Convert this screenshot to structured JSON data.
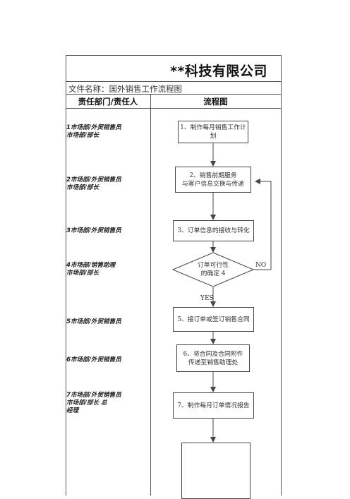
{
  "header": {
    "company": "**科技有限公司",
    "doc_name": "文件名称：国外销售工作流程图",
    "col_dept": "责任部门/责任人",
    "col_flow": "流程图"
  },
  "rows": [
    {
      "lines": [
        "1市场部/外贸销售员",
        "市场部/部长"
      ]
    },
    {
      "lines": [
        "2市场部/外贸销售员",
        "市场部/部长"
      ]
    },
    {
      "lines": [
        "3市场部/外贸销售员"
      ]
    },
    {
      "lines": [
        "4市场部/销售助理",
        "市场部/部长"
      ]
    },
    {
      "lines": [
        "5市场部/外贸销售员"
      ]
    },
    {
      "lines": [
        "6市场部/外贸销售员"
      ]
    },
    {
      "lines": [
        "7市场部/外贸销售员",
        "市场部/部长 总",
        "经理"
      ]
    }
  ],
  "steps": [
    {
      "lines": [
        "1、制作每月销售工作计",
        "划"
      ]
    },
    {
      "lines": [
        "2、销售前期服务",
        "与客户信息交换与传递"
      ]
    },
    {
      "lines": [
        "3、订单信息的接收与转化"
      ]
    },
    {
      "lines": [
        "订单可行性",
        "的确定 4"
      ]
    },
    {
      "lines": [
        "5、接订单或签订销售合同"
      ]
    },
    {
      "lines": [
        "6、将合同及合同附件",
        "传递至销售助理处"
      ]
    },
    {
      "lines": [
        "7、制作每月订单情况报告"
      ]
    }
  ],
  "labels": {
    "yes": "YES",
    "no": "NO"
  }
}
